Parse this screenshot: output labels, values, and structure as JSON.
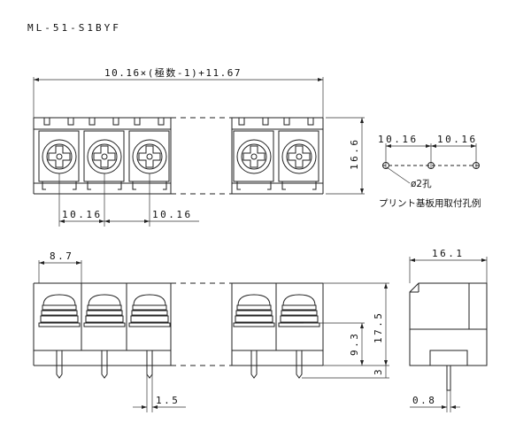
{
  "part_number": "ML-51-S1BYF",
  "dimensions": {
    "overall_length": "10.16×(極数-1)+11.67",
    "pitch_top_right": "10.16",
    "pitch_top_right_2": "10.16",
    "pitch_bottom_left": "10.16",
    "pitch_bottom_right": "10.16",
    "height_top": "16.6",
    "end_width": "8.7",
    "side_depth": "16.1",
    "height_front": "17.5",
    "screw_height": "9.3",
    "pin_length": "3",
    "pin_pitch_offset": "1.5",
    "pin_thickness": "0.8"
  },
  "pcb_layout": {
    "hole_label": "ø2孔",
    "caption": "プリント基板用取付孔例"
  }
}
